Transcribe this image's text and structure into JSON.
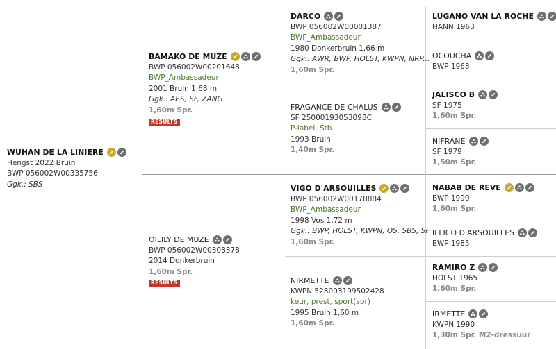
{
  "colors": {
    "line": "#cfcfcf",
    "green_text": "#4a7a2b",
    "results_bg": "#c0392b",
    "gold_icon": "#c9a92a",
    "grey_icon": "#6f6f6f"
  },
  "subject": {
    "name": "WUHAN DE LA LINIERE",
    "line1": "Hengst 2022 Bruin",
    "line2": "BWP 056002W00335756",
    "line3": "Ggk.: SBS",
    "icons": [
      "gold-edit-icon",
      "edit-icon"
    ]
  },
  "sire": {
    "name": "BAMAKO DE MUZE",
    "reg": "BWP 056002W00201648",
    "approval": "BWP_Ambassadeur",
    "details": "2001 Bruin 1,68 m",
    "ggk": "Ggk.: AES, SF, ZANG",
    "level": "1,60m Spr.",
    "results_label": "RESULTS",
    "icons": [
      "gold-edit-icon",
      "group-icon",
      "edit-icon"
    ]
  },
  "dam": {
    "name": "OILILY DE MUZE",
    "reg": "BWP 056002W00308378",
    "details": "2014 Donkerbruin",
    "level": "1,60m Spr.",
    "results_label": "RESULTS",
    "icons": [
      "group-icon",
      "edit-icon"
    ]
  },
  "gen3": [
    {
      "name": "DARCO",
      "bold": true,
      "lines": [
        {
          "t": "BWP 056002W00001387",
          "c": ""
        },
        {
          "t": "BWP_Ambassadeur",
          "c": "green"
        },
        {
          "t": "1980 Donkerbruin 1,66 m",
          "c": ""
        },
        {
          "t": "Ggk.: AWR, BWP, HOLST, KWPN, NRP...",
          "c": "ital"
        },
        {
          "t": "1,60m Spr.",
          "c": "muted"
        }
      ],
      "icons": [
        "group-icon",
        "edit-icon"
      ]
    },
    {
      "name": "FRAGANCE DE CHALUS",
      "bold": false,
      "lines": [
        {
          "t": "SF 25000193053098C",
          "c": ""
        },
        {
          "t": "P-label, Stb.",
          "c": "green"
        },
        {
          "t": "1993 Bruin",
          "c": ""
        },
        {
          "t": "1,40m Spr.",
          "c": "muted"
        }
      ],
      "icons": [
        "group-icon",
        "edit-icon"
      ]
    },
    {
      "name": "VIGO D'ARSOUILLES",
      "bold": true,
      "lines": [
        {
          "t": "BWP 056002W00178884",
          "c": ""
        },
        {
          "t": "BWP_Ambassadeur",
          "c": "green"
        },
        {
          "t": "1998 Vos 1,72 m",
          "c": ""
        },
        {
          "t": "Ggk.: BWP, HOLST, KWPN, OS, SBS, SF",
          "c": "ital"
        },
        {
          "t": "1,60m Spr.",
          "c": "muted"
        }
      ],
      "icons": [
        "gold-edit-icon",
        "group-icon",
        "edit-icon"
      ]
    },
    {
      "name": "NIRMETTE",
      "bold": false,
      "lines": [
        {
          "t": "KWPN 528003199502428",
          "c": ""
        },
        {
          "t": "keur, prest, sport(spr)",
          "c": "green"
        },
        {
          "t": "1995 Bruin 1,60 m",
          "c": ""
        },
        {
          "t": "1,60m Spr.",
          "c": "muted"
        }
      ],
      "icons": [
        "group-icon",
        "edit-icon"
      ]
    }
  ],
  "gen4": [
    {
      "name": "LUGANO VAN LA ROCHE",
      "bold": true,
      "lines": [
        {
          "t": "HANN 1963",
          "c": ""
        }
      ],
      "icons": [
        "group-icon",
        "edit-icon"
      ]
    },
    {
      "name": "OCOUCHA",
      "bold": false,
      "lines": [
        {
          "t": "BWP 1968",
          "c": ""
        }
      ],
      "icons": [
        "group-icon",
        "edit-icon"
      ]
    },
    {
      "name": "JALISCO B",
      "bold": true,
      "lines": [
        {
          "t": "SF 1975",
          "c": ""
        },
        {
          "t": "1,60m Spr.",
          "c": "muted"
        }
      ],
      "icons": [
        "group-icon",
        "edit-icon"
      ]
    },
    {
      "name": "NIFRANE",
      "bold": false,
      "lines": [
        {
          "t": "SF 1979",
          "c": ""
        },
        {
          "t": "1,50m Spr.",
          "c": "muted"
        }
      ],
      "icons": [
        "group-icon",
        "edit-icon"
      ]
    },
    {
      "name": "NABAB DE REVE",
      "bold": true,
      "lines": [
        {
          "t": "BWP 1990",
          "c": ""
        },
        {
          "t": "1,60m Spr.",
          "c": "muted"
        }
      ],
      "icons": [
        "gold-edit-icon",
        "group-icon",
        "edit-icon"
      ]
    },
    {
      "name": "ILLICO D'ARSOUILLES",
      "bold": false,
      "lines": [
        {
          "t": "BWP 1985",
          "c": ""
        }
      ],
      "icons": [
        "group-icon",
        "edit-icon"
      ]
    },
    {
      "name": "RAMIRO Z",
      "bold": true,
      "lines": [
        {
          "t": "HOLST 1965",
          "c": ""
        },
        {
          "t": "1,60m Spr.",
          "c": "muted"
        }
      ],
      "icons": [
        "group-icon",
        "edit-icon"
      ]
    },
    {
      "name": "IRMETTE",
      "bold": false,
      "lines": [
        {
          "t": "KWPN 1990",
          "c": ""
        },
        {
          "t": "1,30m Spr. M2-dressuur",
          "c": "muted"
        }
      ],
      "icons": [
        "group-icon",
        "edit-icon"
      ]
    }
  ]
}
